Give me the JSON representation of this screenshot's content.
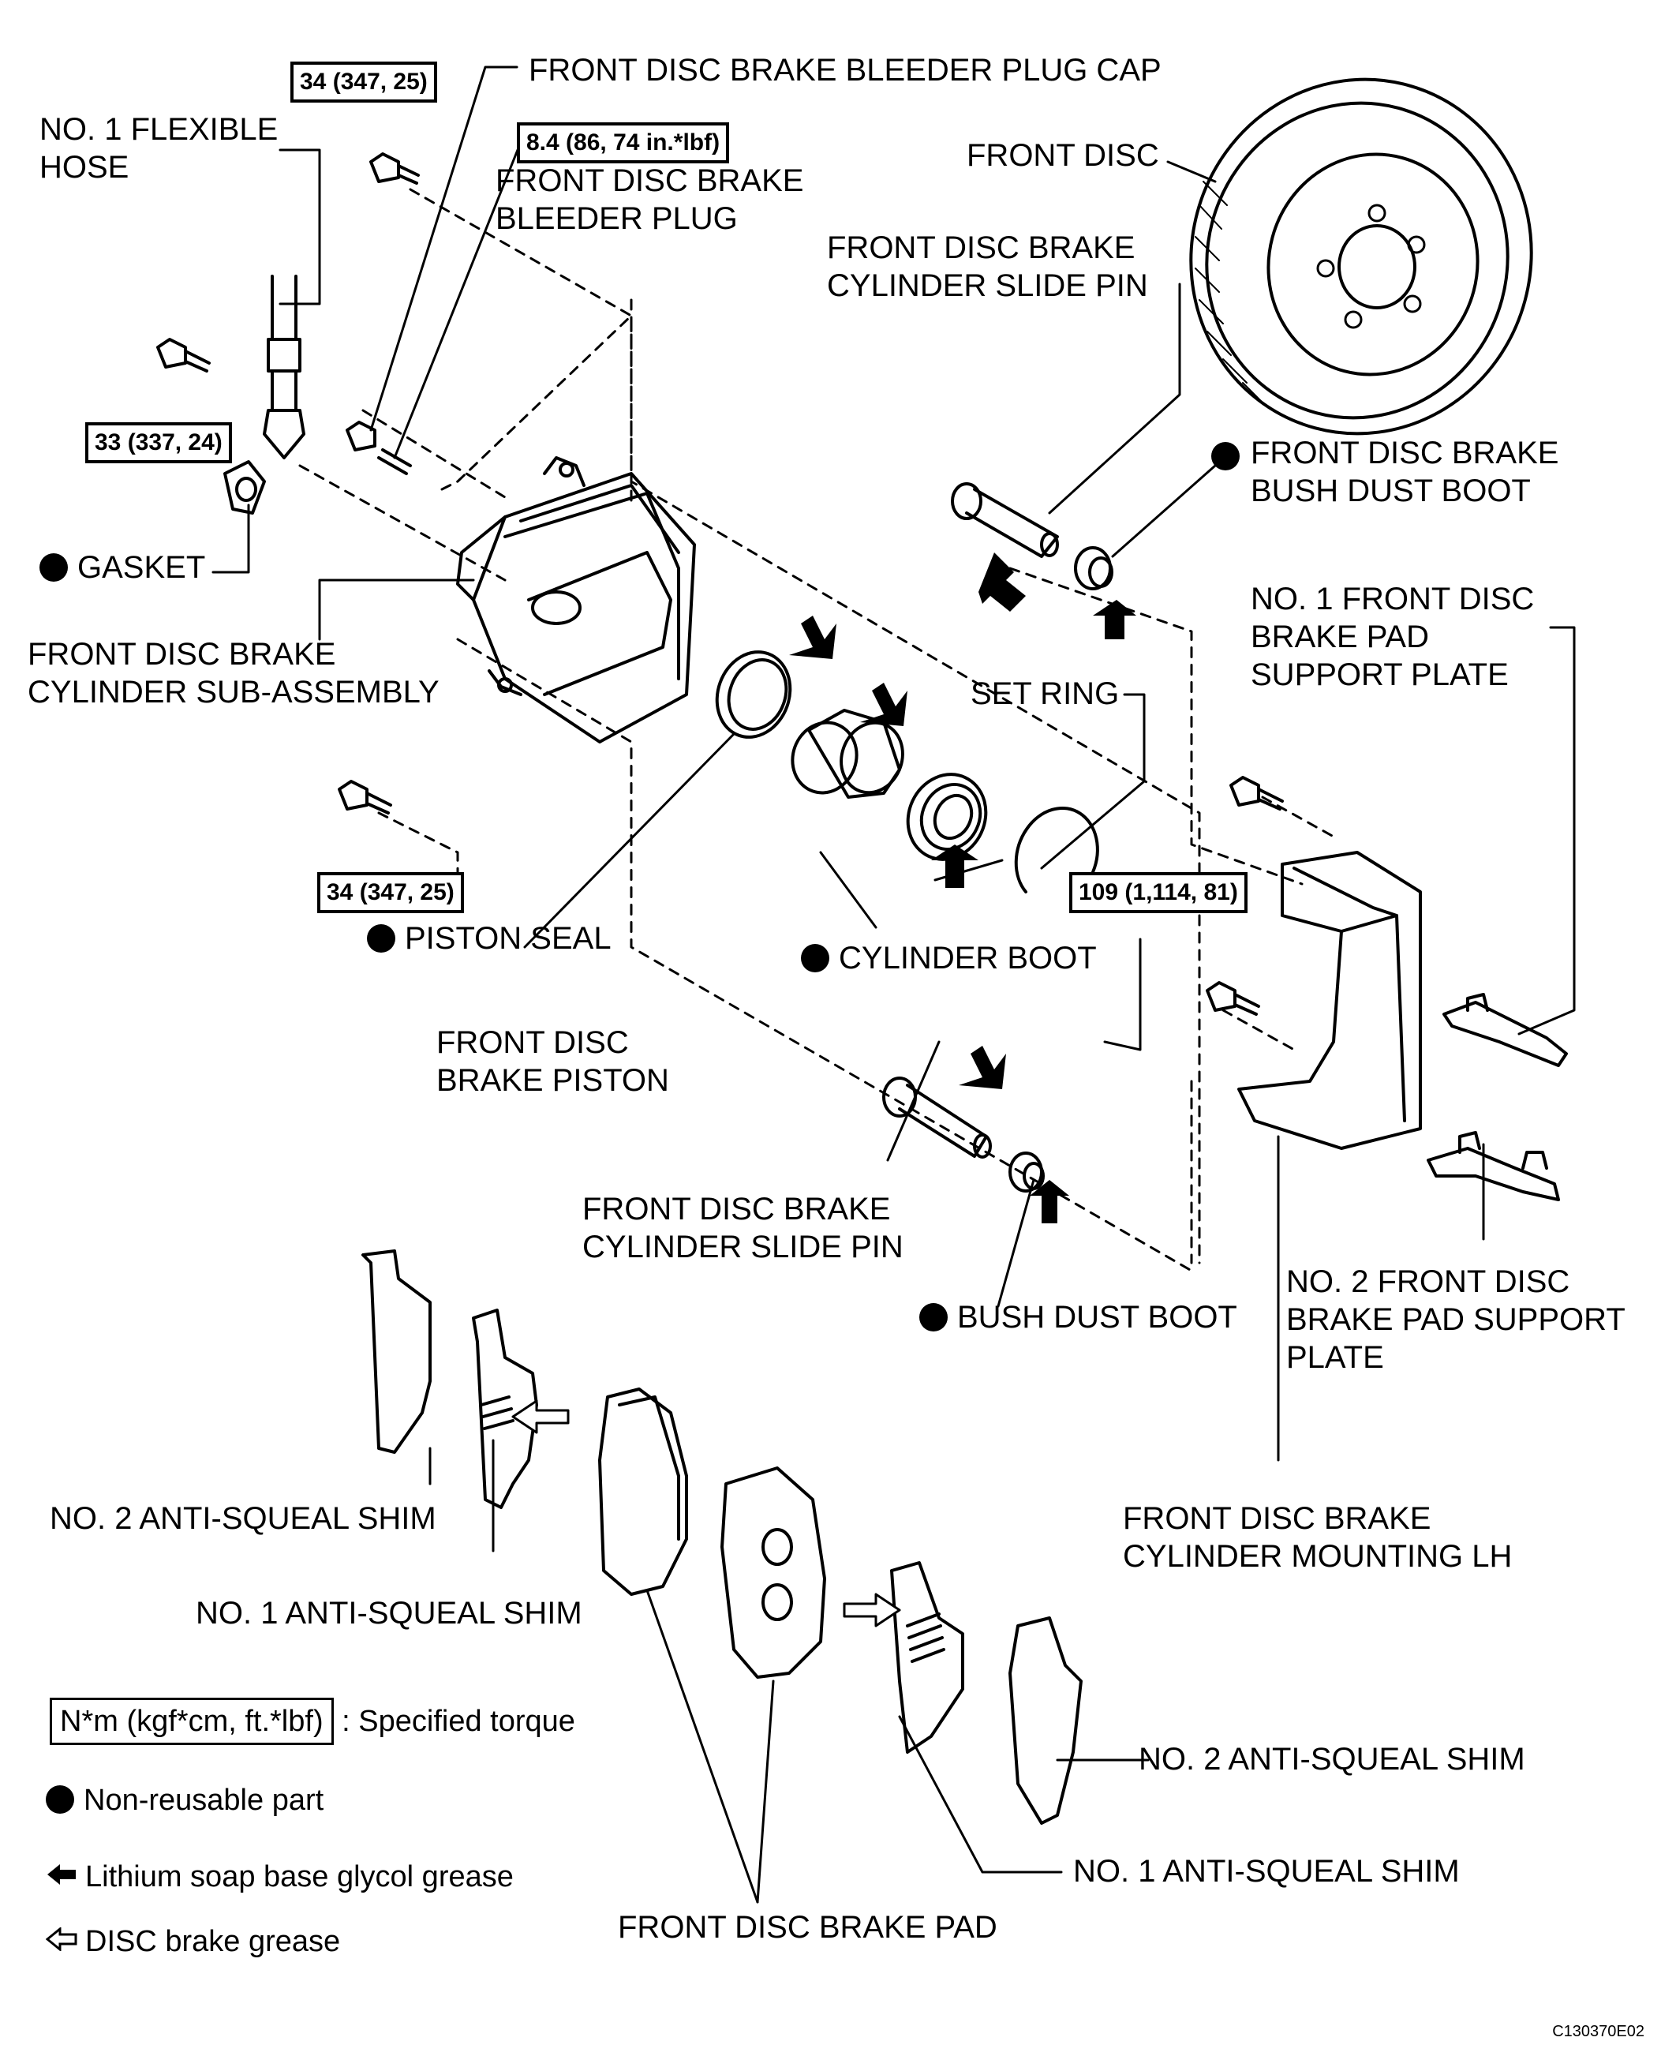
{
  "figure_id": "C130370E02",
  "labels": {
    "bleeder_plug_cap": "FRONT DISC BRAKE BLEEDER PLUG CAP",
    "flexible_hose": "NO. 1 FLEXIBLE\nHOSE",
    "bleeder_plug": "FRONT DISC BRAKE\nBLEEDER PLUG",
    "front_disc": "FRONT DISC",
    "slide_pin_upper": "FRONT DISC BRAKE\nCYLINDER SLIDE PIN",
    "bush_dust_boot_front": "FRONT DISC BRAKE\nBUSH DUST BOOT",
    "gasket": "GASKET",
    "cylinder_sub_assembly": "FRONT DISC BRAKE\nCYLINDER SUB-ASSEMBLY",
    "pad_support_plate_1": "NO. 1 FRONT DISC\nBRAKE PAD\nSUPPORT PLATE",
    "set_ring": "SET RING",
    "piston_seal": "PISTON SEAL",
    "cylinder_boot": "CYLINDER BOOT",
    "brake_piston": "FRONT DISC\nBRAKE PISTON",
    "slide_pin_lower": "FRONT DISC BRAKE\nCYLINDER SLIDE PIN",
    "bush_dust_boot": "BUSH DUST BOOT",
    "pad_support_plate_2": "NO. 2 FRONT DISC\nBRAKE PAD SUPPORT\nPLATE",
    "anti_squeal_2_left": "NO. 2 ANTI-SQUEAL SHIM",
    "cylinder_mounting": "FRONT DISC BRAKE\nCYLINDER MOUNTING LH",
    "anti_squeal_1_left": "NO. 1 ANTI-SQUEAL SHIM",
    "anti_squeal_2_right": "NO. 2 ANTI-SQUEAL SHIM",
    "anti_squeal_1_right": "NO. 1 ANTI-SQUEAL SHIM",
    "brake_pad": "FRONT DISC BRAKE PAD"
  },
  "torques": {
    "top_bolt": "34 (347, 25)",
    "bleeder": "8.4 (86, 74 in.*lbf)",
    "hose_bolt": "33 (337, 24)",
    "lower_bolt": "34 (347, 25)",
    "mounting_bolts": "109 (1,114, 81)"
  },
  "legend": {
    "torque_box": "N*m (kgf*cm, ft.*lbf)",
    "torque_text": ": Specified torque",
    "nonreusable": "Non-reusable part",
    "lithium": "Lithium soap base glycol grease",
    "disc_grease": "DISC brake grease"
  }
}
